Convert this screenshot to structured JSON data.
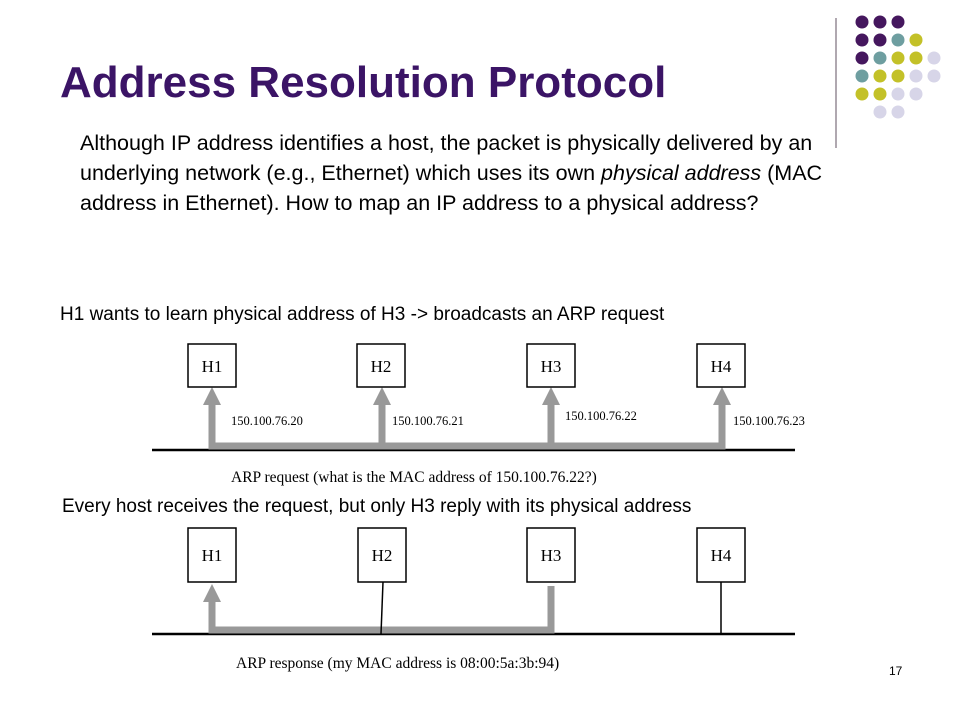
{
  "title": "Address Resolution Protocol",
  "intro": {
    "part1": "Although IP address identifies a host, the packet is physically delivered by an underlying network (e.g., Ethernet) which uses its own ",
    "emphasis": "physical address",
    "part2": " (MAC address in Ethernet). How to map an IP address to a physical address?"
  },
  "scenario1": {
    "caption": "H1 wants to learn physical address of H3 -> broadcasts an ARP request",
    "hosts": [
      "H1",
      "H2",
      "H3",
      "H4"
    ],
    "ips": [
      "150.100.76.20",
      "150.100.76.21",
      "150.100.76.22",
      "150.100.76.23"
    ],
    "message": "ARP request (what is the MAC address of 150.100.76.22?)"
  },
  "scenario2": {
    "caption": "Every host receives the request, but only H3 reply with its physical address",
    "hosts": [
      "H1",
      "H2",
      "H3",
      "H4"
    ],
    "message": "ARP response (my MAC address is 08:00:5a:3b:94)"
  },
  "slide_number": "17",
  "colors": {
    "title": "#3b1466",
    "arrow": "#999999",
    "dot_purple": "#45175e",
    "dot_teal": "#6e9ea0",
    "dot_yellow": "#c3c128",
    "dot_lavender": "#d7d5e8"
  }
}
